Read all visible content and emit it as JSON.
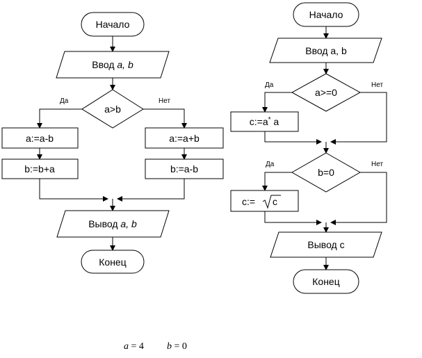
{
  "left": {
    "start": "Начало",
    "input_prefix": "Ввод ",
    "input_vars": "a, b",
    "condition": "a>b",
    "yes": "Да",
    "no": "Нет",
    "yes_step1": "a:=a-b",
    "yes_step2": "b:=b+a",
    "no_step1": "a:=a+b",
    "no_step2": "b:=a-b",
    "output_prefix": "Вывод ",
    "output_vars": "a, b",
    "end": "Конец"
  },
  "right": {
    "start": "Начало",
    "input": "Ввод a, b",
    "cond1": "a>=0",
    "yes1": "Да",
    "no1": "Нет",
    "step1": "c:=a",
    "step1_sup": "*",
    "step1_tail": " a",
    "cond2": "b=0",
    "yes2": "Да",
    "no2": "Нет",
    "step2": "c:=",
    "step2_arg": "c",
    "output": "Вывод c",
    "end": "Конец"
  },
  "values": {
    "a_label": "a",
    "a_eq": " = 4",
    "b_label": "b",
    "b_eq": " = 0"
  }
}
